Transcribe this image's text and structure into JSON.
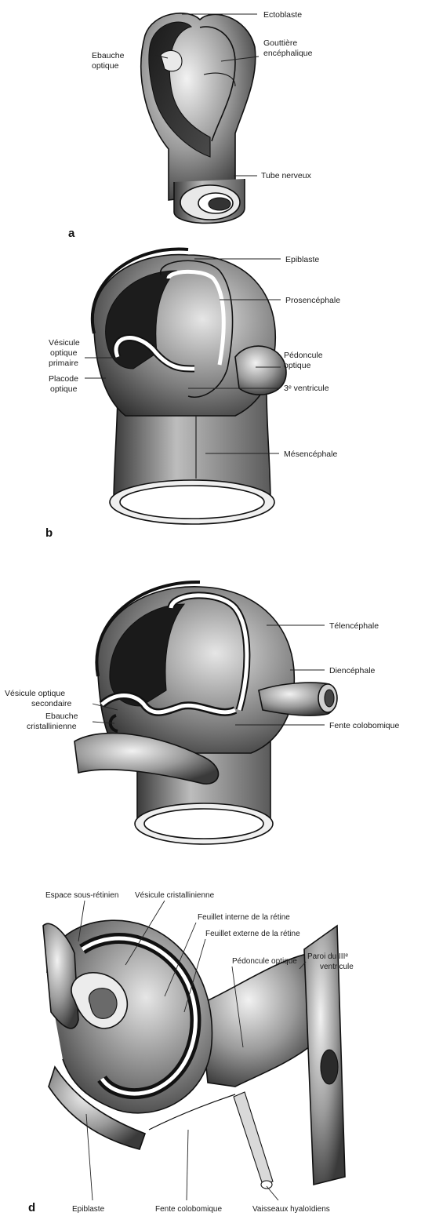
{
  "panels": [
    {
      "letter": "a",
      "labels": {
        "ectoblaste": "Ectoblaste",
        "ebauche_optique_1": "Ebauche",
        "ebauche_optique_2": "optique",
        "gouttiere_1": "Gouttière",
        "gouttiere_2": "encéphalique",
        "tube_nerveux": "Tube nerveux"
      }
    },
    {
      "letter": "b",
      "labels": {
        "epiblaste": "Epiblaste",
        "prosencephale": "Prosencéphale",
        "vesicule_1": "Vésicule",
        "vesicule_2": "optique",
        "vesicule_3": "primaire",
        "placode_1": "Placode",
        "placode_2": "optique",
        "pedoncule_1": "Pédoncule",
        "pedoncule_2": "optique",
        "ventricule": "3ᵉ ventricule",
        "mesencephale": "Mésencéphale"
      }
    },
    {
      "letter": "",
      "labels": {
        "telencephale": "Télencéphale",
        "diencephale": "Diencéphale",
        "vesicule_sec_1": "Vésicule optique",
        "vesicule_sec_2": "secondaire",
        "ebauche_crist_1": "Ebauche",
        "ebauche_crist_2": "cristallinienne",
        "fente": "Fente colobomique"
      }
    },
    {
      "letter": "d",
      "labels": {
        "espace": "Espace sous-rétinien",
        "vesicule_crist": "Vésicule cristallinienne",
        "feuillet_interne": "Feuillet interne de la rétine",
        "feuillet_externe": "Feuillet externe de la rétine",
        "pedoncule": "Pédoncule optique",
        "paroi_1": "Paroi du IIIᵉ",
        "paroi_2": "ventricule",
        "epiblaste": "Epiblaste",
        "fente": "Fente colobomique",
        "vaisseaux": "Vaisseaux hyaloïdiens"
      }
    }
  ]
}
